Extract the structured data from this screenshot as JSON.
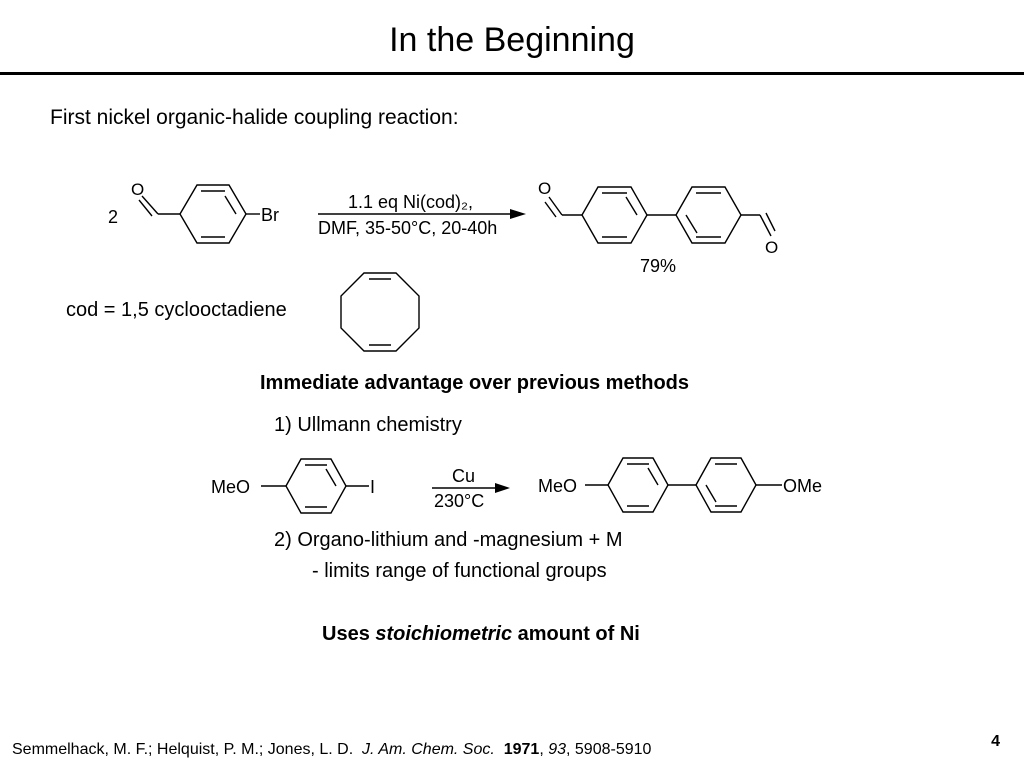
{
  "slide": {
    "title": "In the Beginning",
    "page_number": "4"
  },
  "intro": "First nickel organic-halide coupling reaction:",
  "reaction1": {
    "coefficient": "2",
    "oxygen": "O",
    "bromine": "Br",
    "conditions_line1": "1.1 eq Ni(cod)₂,",
    "conditions_line2": "DMF, 35-50°C, 20-40h",
    "yield": "79%"
  },
  "cod_definition": "cod = 1,5 cyclooctadiene",
  "advantage_heading": "Immediate advantage over previous methods",
  "ullmann_item": "1) Ullmann chemistry",
  "reaction2": {
    "reactant_left": "MeO",
    "iodine": "I",
    "reagent": "Cu",
    "temperature": "230°C",
    "product_left": "MeO",
    "product_right": "OMe"
  },
  "organo_item": "2) Organo-lithium and -magnesium + M",
  "limits_item": "- limits range of functional groups",
  "uses": {
    "prefix": "Uses ",
    "emphasis": "stoichiometric",
    "suffix": " amount of Ni"
  },
  "citation": {
    "authors": "Semmelhack, M. F.; Helquist, P. M.; Jones, L. D.",
    "journal": "J. Am. Chem. Soc.",
    "year": "1971",
    "volume": "93",
    "pages": "5908-5910"
  }
}
